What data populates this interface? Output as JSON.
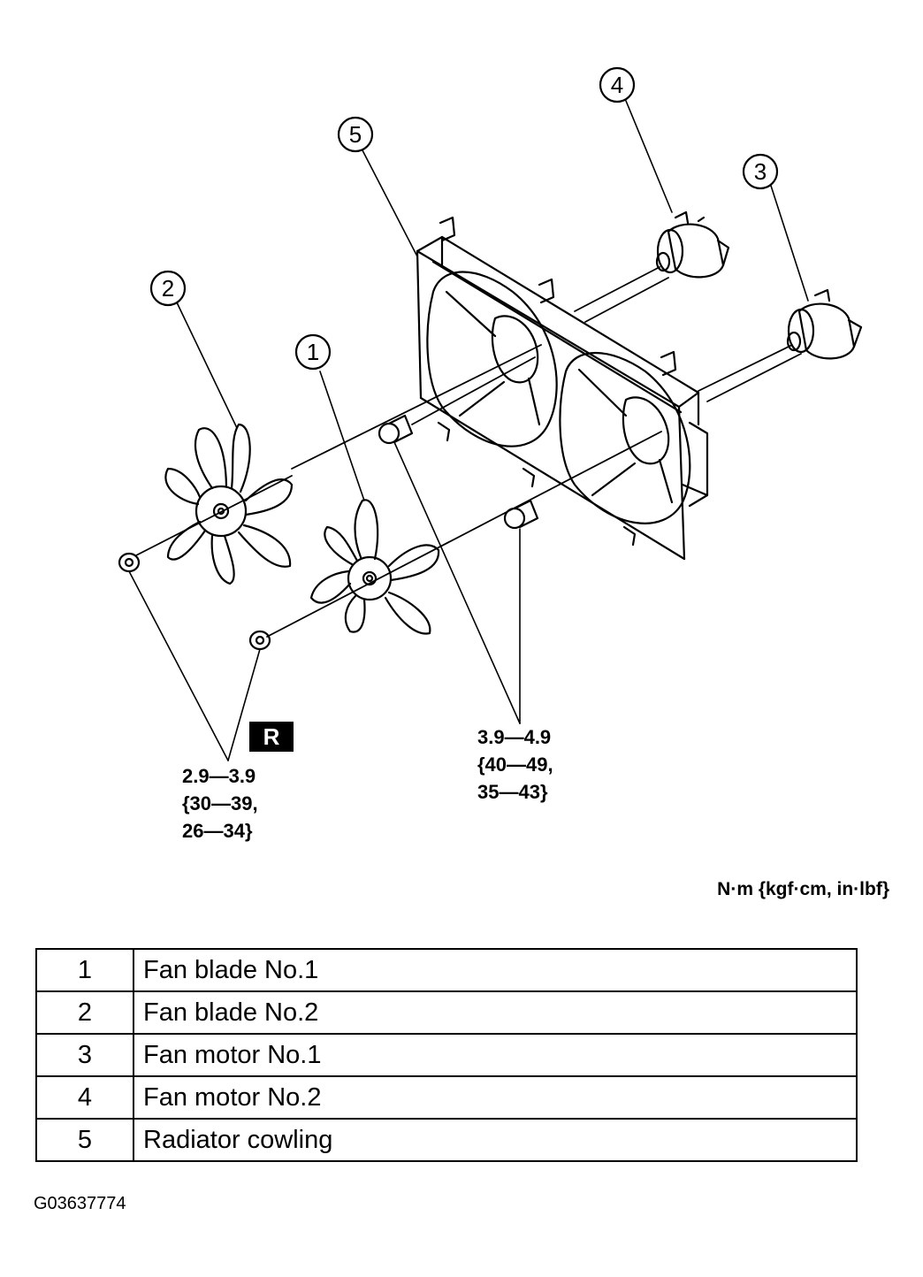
{
  "callouts": [
    "1",
    "2",
    "3",
    "4",
    "5"
  ],
  "badge": "R",
  "torque_nut": [
    "2.9—3.9",
    "{30—39,",
    "26—34}"
  ],
  "torque_bolt": [
    "3.9—4.9",
    "{40—49,",
    "35—43}"
  ],
  "units": "N·m {kgf·cm, in·lbf}",
  "parts": [
    {
      "number": "1",
      "name": "Fan blade No.1"
    },
    {
      "number": "2",
      "name": "Fan blade No.2"
    },
    {
      "number": "3",
      "name": "Fan motor No.1"
    },
    {
      "number": "4",
      "name": "Fan motor No.2"
    },
    {
      "number": "5",
      "name": "Radiator cowling"
    }
  ],
  "figure_id": "G03637774"
}
